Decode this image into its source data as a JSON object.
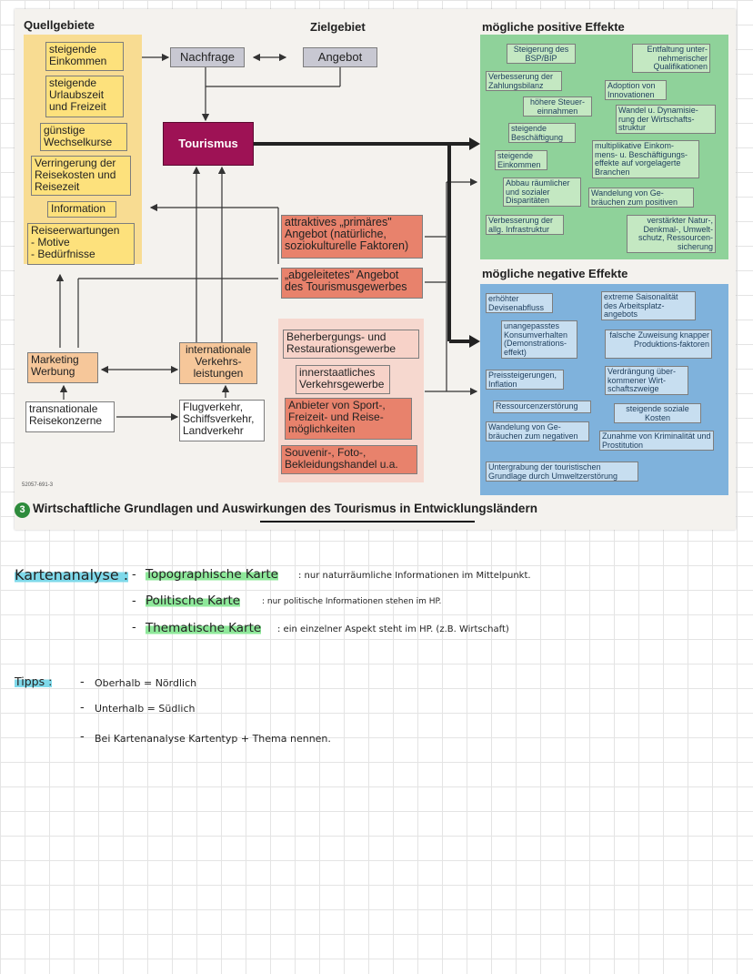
{
  "diagram": {
    "headings": {
      "sources": "Quellgebiete",
      "target": "Zielgebiet",
      "positive": "mögliche positive Effekte",
      "negative": "mögliche negative Effekte"
    },
    "source_factors": [
      "steigende Einkommen",
      "steigende Urlaubszeit und Freizeit",
      "günstige Wechselkurse",
      "Verringerung der Reisekosten und Reisezeit",
      "Information",
      "Reiseerwartungen\n- Motive\n- Bedürfnisse"
    ],
    "nachfrage": "Nachfrage",
    "angebot": "Angebot",
    "tourismus": "Tourismus",
    "marketing": "Marketing\nWerbung",
    "transnational": "transnationale\nReisekonzerne",
    "verkehrsleistungen": "internationale\nVerkehrs-\nleistungen",
    "verkehr_arten": "Flugverkehr,\nSchiffsverkehr,\nLandverkehr",
    "primary_offer": "attraktives „primäres\" Angebot (natürliche, soziokulturelle Faktoren)",
    "derived_offer": "„abgeleitetes\" Angebot des Tourismusgewerbes",
    "derived_items": [
      "Beherbergungs- und Restaurationsgewerbe",
      "innerstaatliches Verkehrsgewerbe",
      "Anbieter von Sport-, Freizeit- und Reise-möglichkeiten",
      "Souvenir-, Foto-, Bekleidungshandel u.a."
    ],
    "positive_effects": [
      "Steigerung des BSP/BIP",
      "Entfaltung unter-nehmerischer Qualifikationen",
      "Verbesserung der Zahlungsbilanz",
      "Adoption von Innovationen",
      "höhere Steuer-einnahmen",
      "Wandel u. Dynamisie-rung der Wirtschafts-struktur",
      "steigende Beschäftigung",
      "multiplikative Einkom-mens- u. Beschäftigungs-effekte auf vorgelagerte Branchen",
      "steigende Einkommen",
      "Abbau räumlicher und sozialer Disparitäten",
      "Wandelung von Ge-bräuchen zum positiven",
      "Verbesserung der allg. Infrastruktur",
      "verstärkter Natur-, Denkmal-, Umwelt-schutz, Ressourcen-sicherung"
    ],
    "negative_effects": [
      "erhöhter Devisenabfluss",
      "extreme Saisonalität des Arbeitsplatz-angebots",
      "unangepasstes Konsumverhalten (Demonstrations-effekt)",
      "falsche Zuweisung knapper Produktions-faktoren",
      "Preissteigerungen, Inflation",
      "Verdrängung über-kommener Wirt-schaftszweige",
      "Ressourcenzerstörung",
      "steigende soziale Kosten",
      "Wandelung von Ge-bräuchen zum negativen",
      "Zunahme von Kriminalität und Prostitution",
      "Untergrabung der touristischen Grundlage durch Umweltzerstörung"
    ],
    "code": "52057-691-3",
    "caption_number": "3",
    "caption": "Wirtschaftliche Grundlagen und Auswirkungen des Tourismus in Entwicklungsländern"
  },
  "notes": {
    "title": "Kartenanalyse :",
    "items": [
      {
        "term": "Topographische Karte",
        "text": ": nur naturräumliche Informationen im Mittelpunkt."
      },
      {
        "term": "Politische Karte",
        "text": ": nur politische Informationen stehen im HP."
      },
      {
        "term": "Thematische Karte",
        "text": ": ein einzelner Aspekt steht im HP. (z.B. Wirtschaft)"
      }
    ],
    "tips_title": "Tipps :",
    "tips": [
      "Oberhalb = Nördlich",
      "Unterhalb = Südlich",
      "Bei Kartenanalyse Kartentyp + Thema nennen."
    ]
  }
}
